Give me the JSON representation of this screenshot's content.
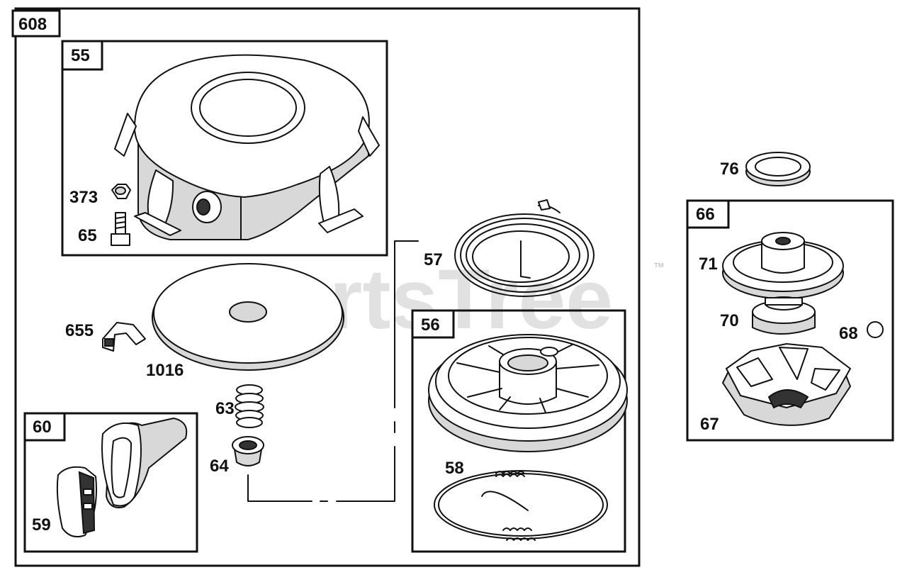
{
  "watermark": {
    "text": "PartsTree",
    "trademark": "™"
  },
  "kits": {
    "k608": "608",
    "k55": "55",
    "k60": "60",
    "k56": "56",
    "k66": "66"
  },
  "parts": {
    "p373": "373",
    "p65": "65",
    "p655": "655",
    "p1016": "1016",
    "p63": "63",
    "p64": "64",
    "p59": "59",
    "p57": "57",
    "p58": "58",
    "p76": "76",
    "p71": "71",
    "p70": "70",
    "p68": "68",
    "p67": "67"
  }
}
